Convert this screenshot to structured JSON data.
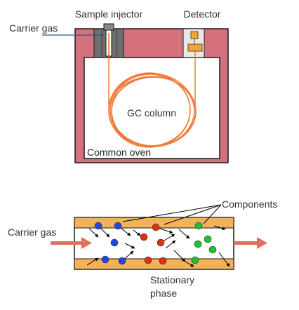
{
  "top_diagram": {
    "labels": {
      "sample_injector": "Sample injector",
      "detector": "Detector",
      "carrier_gas": "Carrier gas",
      "gc_column": "GC column",
      "common_oven": "Common oven"
    }
  },
  "bottom_diagram": {
    "labels": {
      "components": "Components",
      "carrier_gas": "Carrier gas",
      "stationary_phase_line1": "Stationary",
      "stationary_phase_line2": "phase"
    },
    "molecule_colors": [
      "blue",
      "red",
      "green"
    ]
  },
  "colors": {
    "oven_wall": "#d4717c",
    "oven_outline": "#1a1a1a",
    "column_coil": "#f07a3a",
    "injector_block": "#6f6f6f",
    "detector_body": "#f2a33a",
    "stationary_phase": "#f1b25a",
    "flow_arrow": "#e07060",
    "molecule_blue": "#2346e0",
    "molecule_red": "#e03010",
    "molecule_green": "#22c030",
    "label_line": "#1f5d8a"
  }
}
